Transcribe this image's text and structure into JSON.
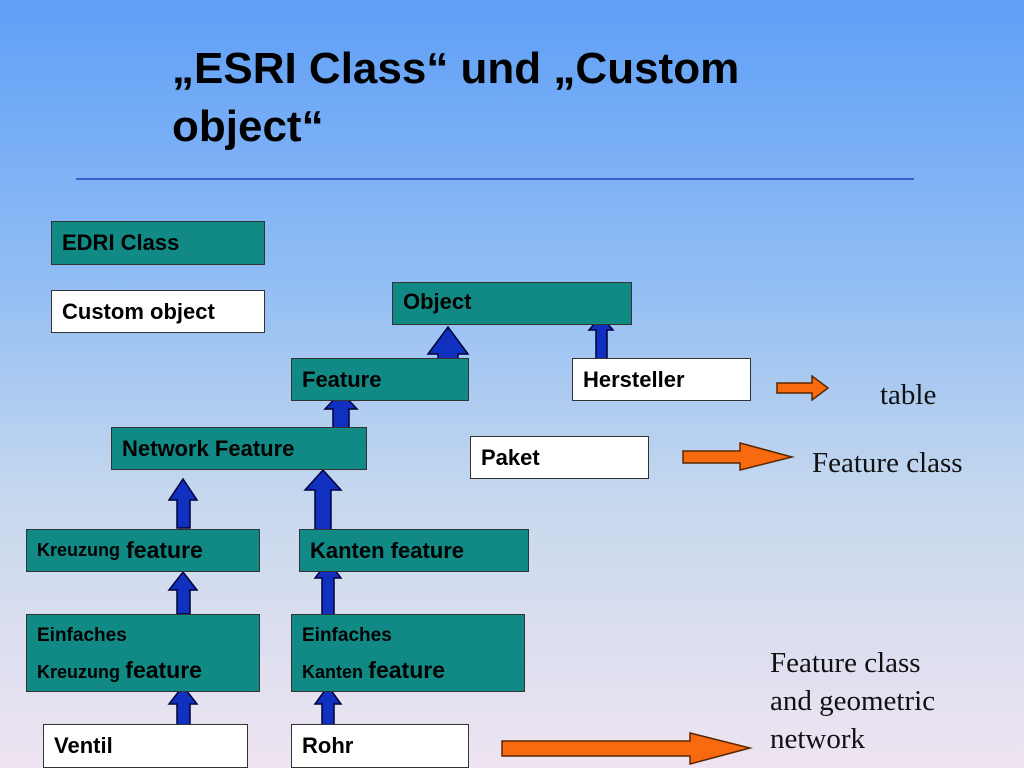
{
  "title": {
    "line1": "„ESRI Class“ und „Custom",
    "line2": "object“"
  },
  "legend": {
    "esri_label": "EDRI Class",
    "custom_label": "Custom object"
  },
  "nodes": {
    "object": "Object",
    "feature": "Feature",
    "hersteller": "Hersteller",
    "network_feature": "Network Feature",
    "paket": "Paket",
    "kreuzung_small": "Kreuzung",
    "kreuzung_big": "feature",
    "kanten_feature": "Kanten feature",
    "einf_kreuzung_line1": "Einfaches",
    "einf_kreuzung_small": "Kreuzung",
    "einf_kreuzung_big": "feature",
    "einf_kanten_line1": "Einfaches",
    "einf_kanten_small": "Kanten",
    "einf_kanten_big": "feature",
    "ventil": "Ventil",
    "rohr": "Rohr"
  },
  "labels": {
    "table": "table",
    "feature_class": "Feature class",
    "fc_geo_line1": "Feature class",
    "fc_geo_line2": "and geometric",
    "fc_geo_line3": "network"
  },
  "colors": {
    "esri_class": "#118a86",
    "custom_object": "#ffffff",
    "inheritance_arrow": "#1030c0",
    "mapping_arrow": "#f86a10"
  }
}
